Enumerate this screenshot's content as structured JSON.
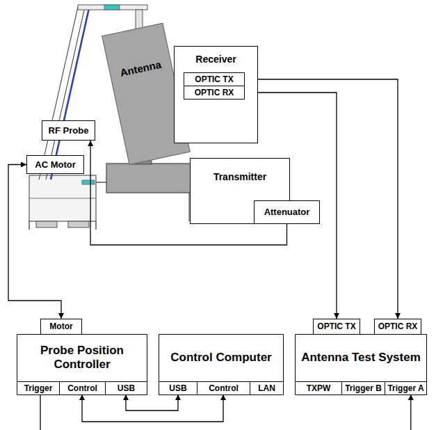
{
  "diagram": {
    "nodes": [
      {
        "text": [
          "Antenna"
        ]
      },
      {
        "text": [
          "Receiver"
        ]
      },
      {
        "text": [
          "OPTIC TX"
        ],
        "in": 1
      },
      {
        "text": [
          "OPTIC RX"
        ],
        "in": 1
      },
      {
        "text": [
          "RF Probe"
        ]
      },
      {
        "text": [
          "AC Motor"
        ]
      },
      {
        "text": [
          "Transmitter"
        ]
      },
      {
        "text": [
          "Attenuator"
        ]
      },
      {
        "text": [
          "Motor"
        ]
      },
      {
        "text": [
          "Probe Position Controller"
        ]
      },
      {
        "text": [
          "Trigger"
        ],
        "in": 9
      },
      {
        "text": [
          "Control"
        ],
        "in": 9
      },
      {
        "text": [
          "USB"
        ],
        "in": 9
      },
      {
        "text": [
          "Control Computer"
        ]
      },
      {
        "text": [
          "USB"
        ],
        "in": 13
      },
      {
        "text": [
          "Control"
        ],
        "in": 13
      },
      {
        "text": [
          "LAN"
        ],
        "in": 13
      },
      {
        "text": [
          "OPTIC TX"
        ]
      },
      {
        "text": [
          "OPTIC RX"
        ]
      },
      {
        "text": [
          "Antenna Test System"
        ]
      },
      {
        "text": [
          "TXPW"
        ],
        "in": 19
      },
      {
        "text": [
          "Trigger B"
        ],
        "in": 19
      },
      {
        "text": [
          "Trigger A"
        ],
        "in": 19
      }
    ],
    "edges": [
      {
        "from": 5,
        "to": 8,
        "arrow": "both"
      },
      {
        "from": 7,
        "to": 4,
        "arrow": "to"
      },
      {
        "from": 2,
        "to": 18,
        "arrow": "both"
      },
      {
        "from": 3,
        "to": 17,
        "arrow": "both"
      },
      {
        "from": 10,
        "to": 22,
        "arrow": "to"
      },
      {
        "from": 11,
        "to": 15,
        "arrow": "both"
      },
      {
        "from": 12,
        "to": 14,
        "arrow": "both"
      }
    ]
  }
}
